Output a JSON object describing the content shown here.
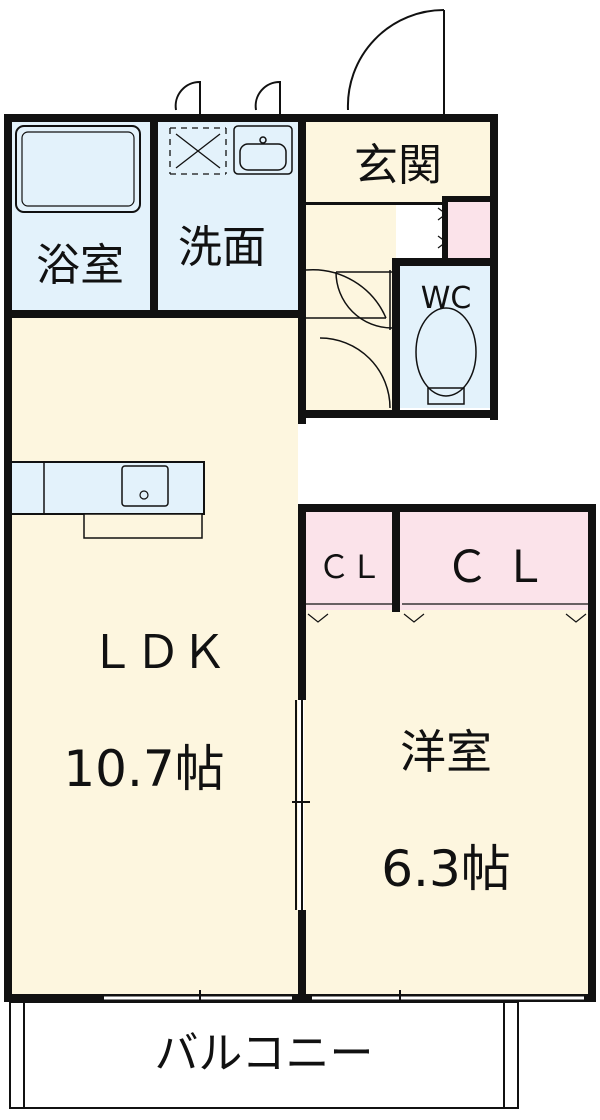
{
  "rooms": {
    "bath": "浴室",
    "washroom": "洗面",
    "entrance": "玄関",
    "wc": "WC",
    "ldk": "ＬＤＫ",
    "ldk_size": "10.7帖",
    "western": "洋室",
    "western_size": "6.3帖",
    "cl_small": "ＣＬ",
    "cl_large": "Ｃ Ｌ",
    "balcony": "バルコニー"
  },
  "colors": {
    "wet_area": "#e3f2fb",
    "living": "#fdf6df",
    "closet": "#fbe3ea",
    "wall": "#111111"
  }
}
